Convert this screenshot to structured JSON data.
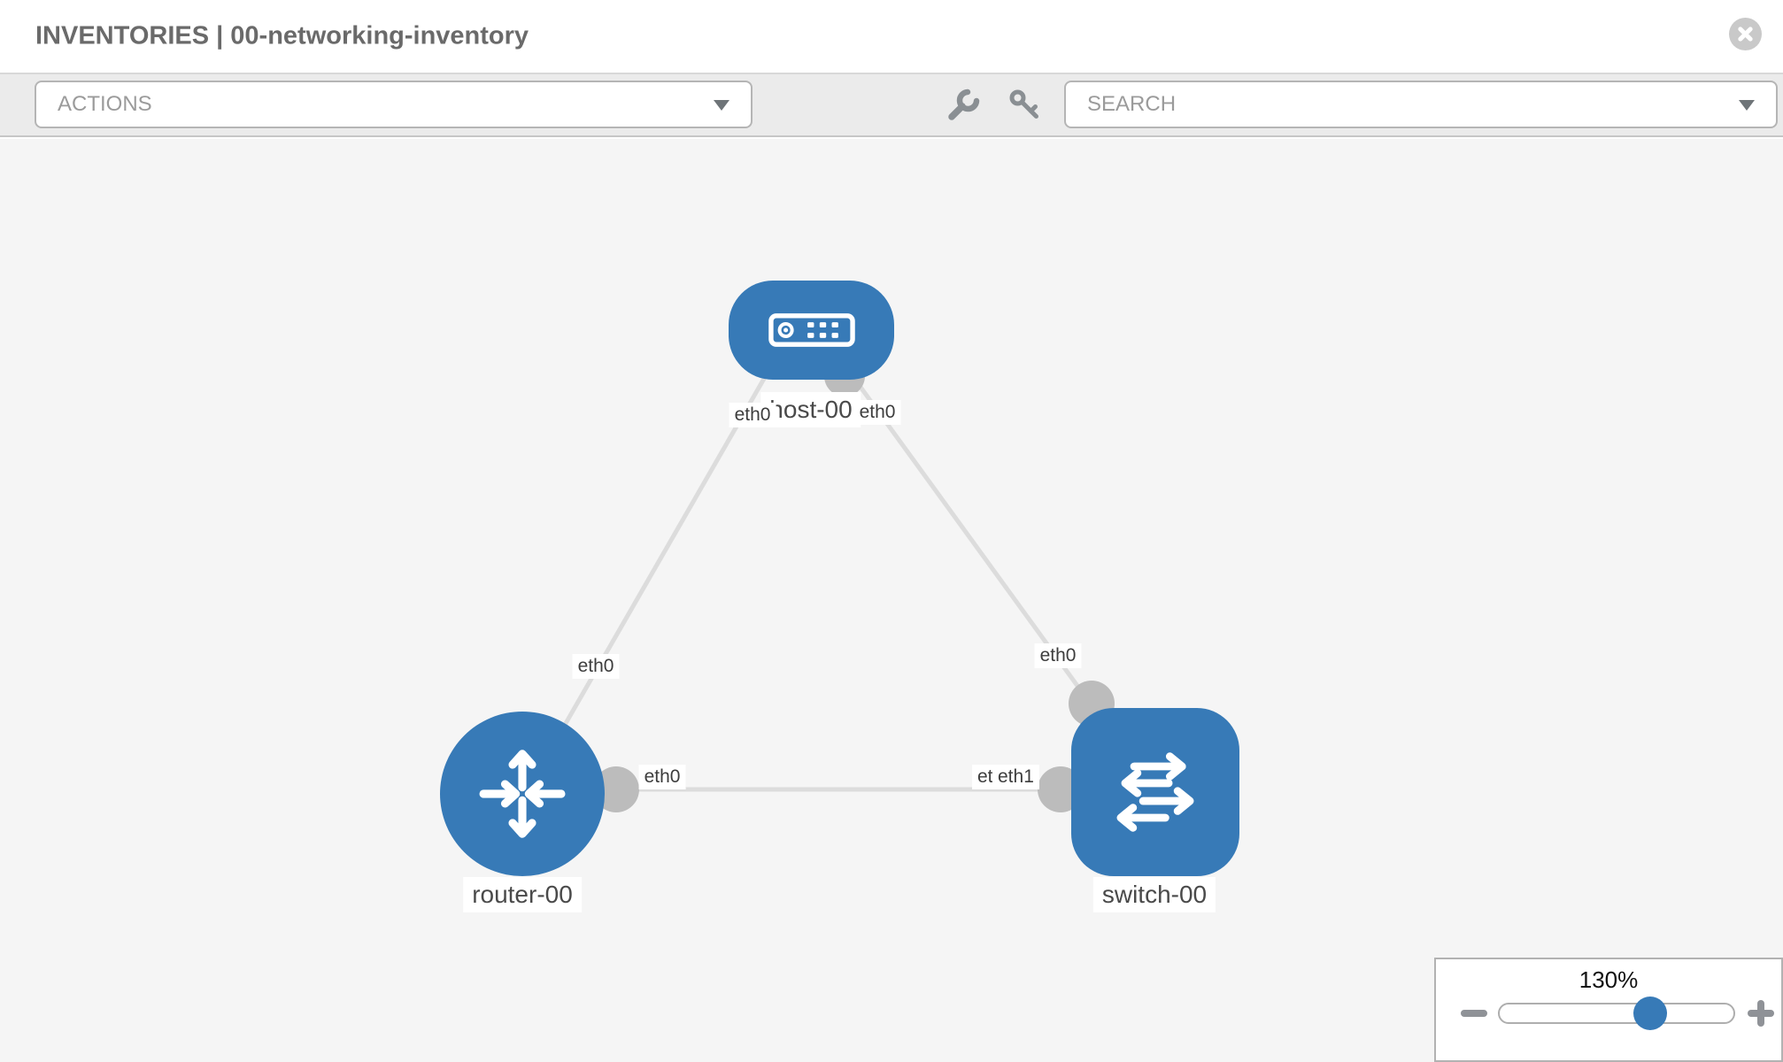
{
  "header": {
    "title": "INVENTORIES | 00-networking-inventory",
    "close_icon": "x-circle-icon"
  },
  "toolbar": {
    "actions_placeholder": "ACTIONS",
    "search_placeholder": "SEARCH",
    "tool_icons": [
      "wrench-icon",
      "key-icon"
    ]
  },
  "topology": {
    "nodes": [
      {
        "id": "host-00",
        "label": "host-00",
        "type": "host",
        "icon": "server-icon"
      },
      {
        "id": "router-00",
        "label": "router-00",
        "type": "router",
        "icon": "router-arrows-icon"
      },
      {
        "id": "switch-00",
        "label": "switch-00",
        "type": "switch",
        "icon": "switch-arrows-icon"
      }
    ],
    "links": [
      {
        "source": "host-00",
        "target": "router-00",
        "source_interface": "eth0",
        "target_interface": "eth0"
      },
      {
        "source": "host-00",
        "target": "switch-00",
        "source_interface": "eth0",
        "target_interface": "eth0"
      },
      {
        "source": "router-00",
        "target": "switch-00",
        "source_interface": "eth0",
        "target_interfaces": [
          "eth0",
          "eth1"
        ]
      }
    ],
    "interface_labels": {
      "host_left": "eth0",
      "host_right": "eth0",
      "router_top": "eth0",
      "switch_top": "eth0",
      "router_edge": "eth0",
      "switch_edge_eth0": "eth0",
      "switch_edge_eth1": "eth1"
    }
  },
  "zoom_control": {
    "level": "130%",
    "minus_icon": "minus-icon",
    "plus_icon": "plus-icon"
  },
  "colors": {
    "node_blue": "#377ab7",
    "edge_gray": "#dcdcdc",
    "connector_gray": "#bcbcbc",
    "toolbar_bg": "#ebebeb",
    "canvas_bg": "#f5f5f5",
    "title_gray": "#6a6a6a"
  }
}
